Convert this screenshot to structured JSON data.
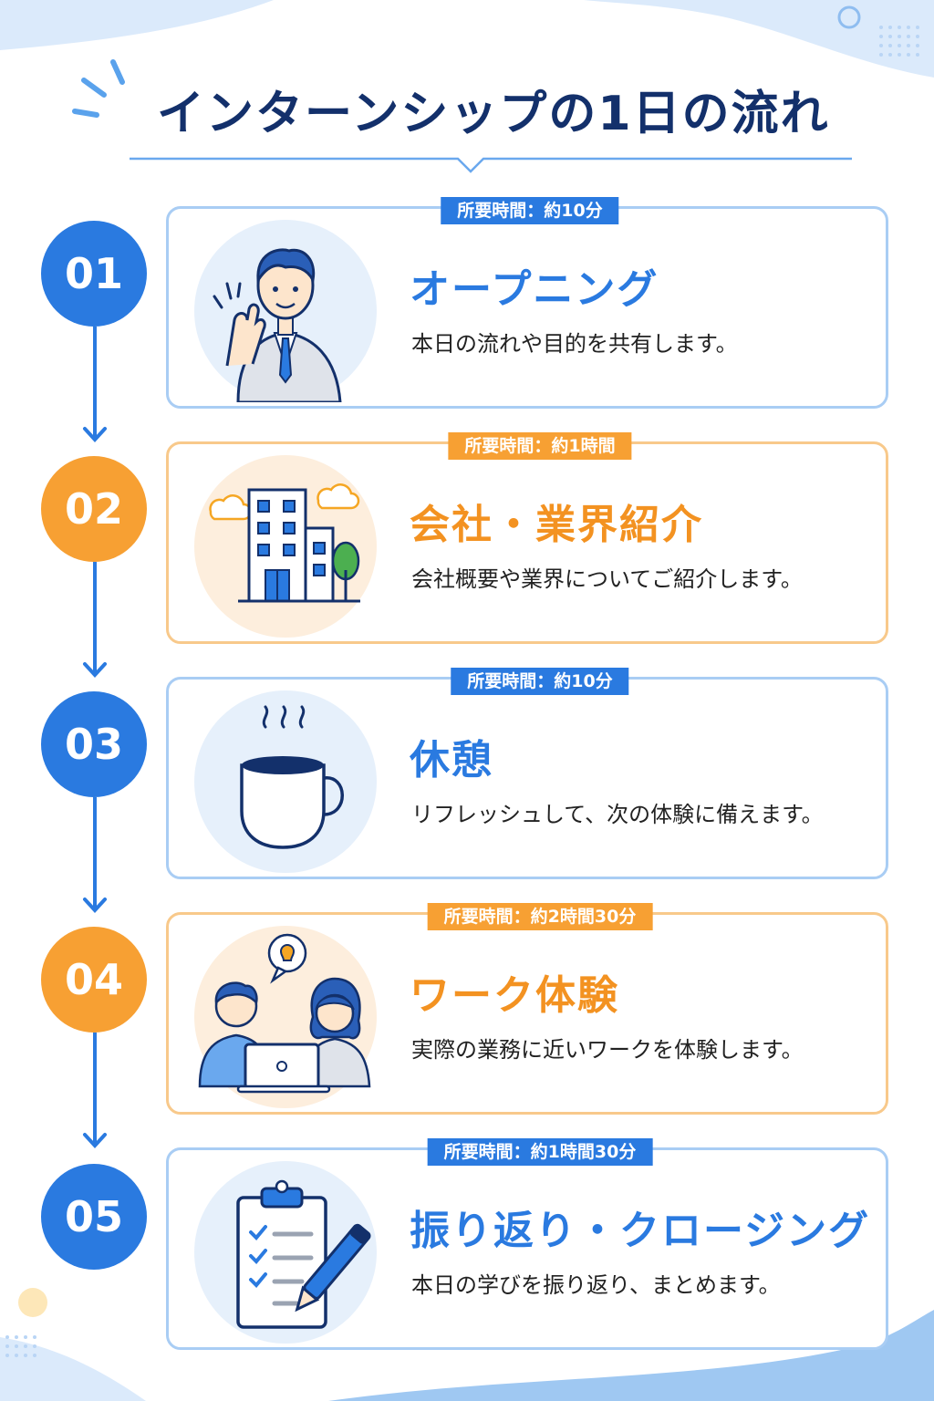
{
  "title": "インターンシップの1日の流れ",
  "steps": [
    {
      "number": "01",
      "duration": "所要時間：約10分",
      "title": "オープニング",
      "description": "本日の流れや目的を共有します。",
      "accent": "#2a7ae0",
      "icon": "presenter-waving-icon"
    },
    {
      "number": "02",
      "duration": "所要時間：約1時間",
      "title": "会社・業界紹介",
      "description": "会社概要や業界についてご紹介します。",
      "accent": "#f7a033",
      "icon": "office-building-icon"
    },
    {
      "number": "03",
      "duration": "所要時間：約10分",
      "title": "休憩",
      "description": "リフレッシュして、次の体験に備えます。",
      "accent": "#2a7ae0",
      "icon": "coffee-cup-icon"
    },
    {
      "number": "04",
      "duration": "所要時間：約2時間30分",
      "title": "ワーク体験",
      "description": "実際の業務に近いワークを体験します。",
      "accent": "#f7a033",
      "icon": "team-laptop-icon"
    },
    {
      "number": "05",
      "duration": "所要時間：約1時間30分",
      "title": "振り返り・クロージング",
      "description": "本日の学びを振り返り、まとめます。",
      "accent": "#2a7ae0",
      "icon": "clipboard-checklist-icon"
    }
  ],
  "colors": {
    "title": "#13306b",
    "blue": "#2a7ae0",
    "orange": "#f7a033",
    "blue_border": "#a9cdf4",
    "orange_border": "#f8c98b"
  }
}
